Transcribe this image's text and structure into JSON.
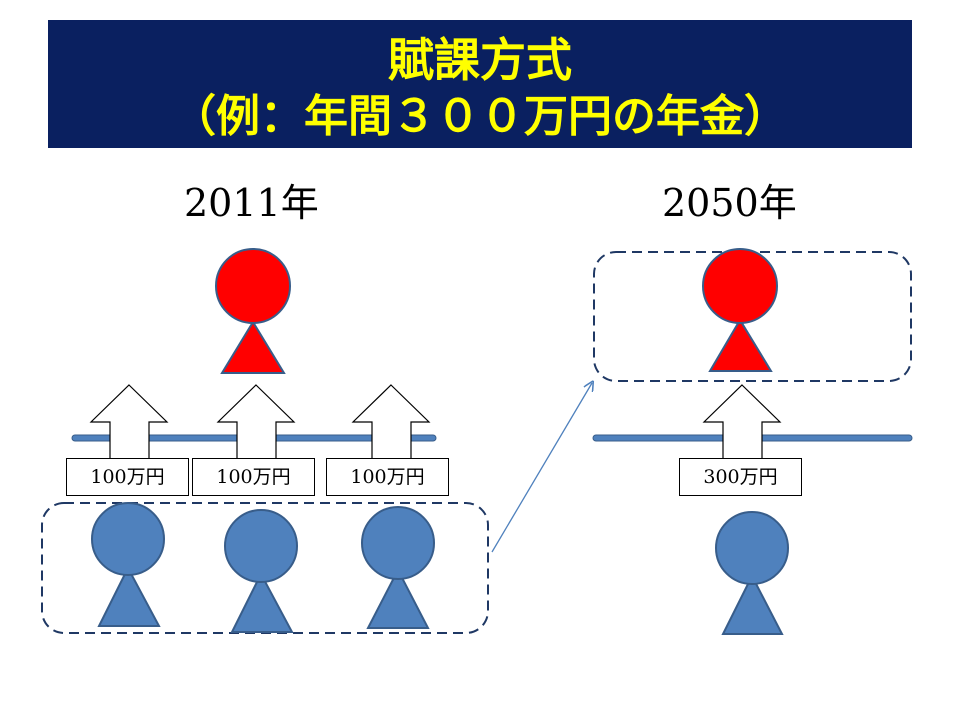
{
  "title": {
    "line1": "賦課方式",
    "line2": "（例：年間３００万円の年金）"
  },
  "scenes": {
    "left": {
      "year": "2011年",
      "retirees": 1,
      "workers": 3,
      "amounts": [
        "100万円",
        "100万円",
        "100万円"
      ]
    },
    "right": {
      "year": "2050年",
      "retirees": 1,
      "workers": 1,
      "amounts": [
        "300万円"
      ]
    }
  },
  "colors": {
    "banner": "#0a2060",
    "title_text": "#ffff00",
    "retiree": "#ff0000",
    "worker": "#4f81bd",
    "outline": "#385d8a",
    "bar": "#4f81bd",
    "dashed_frame": "#1f3864"
  }
}
